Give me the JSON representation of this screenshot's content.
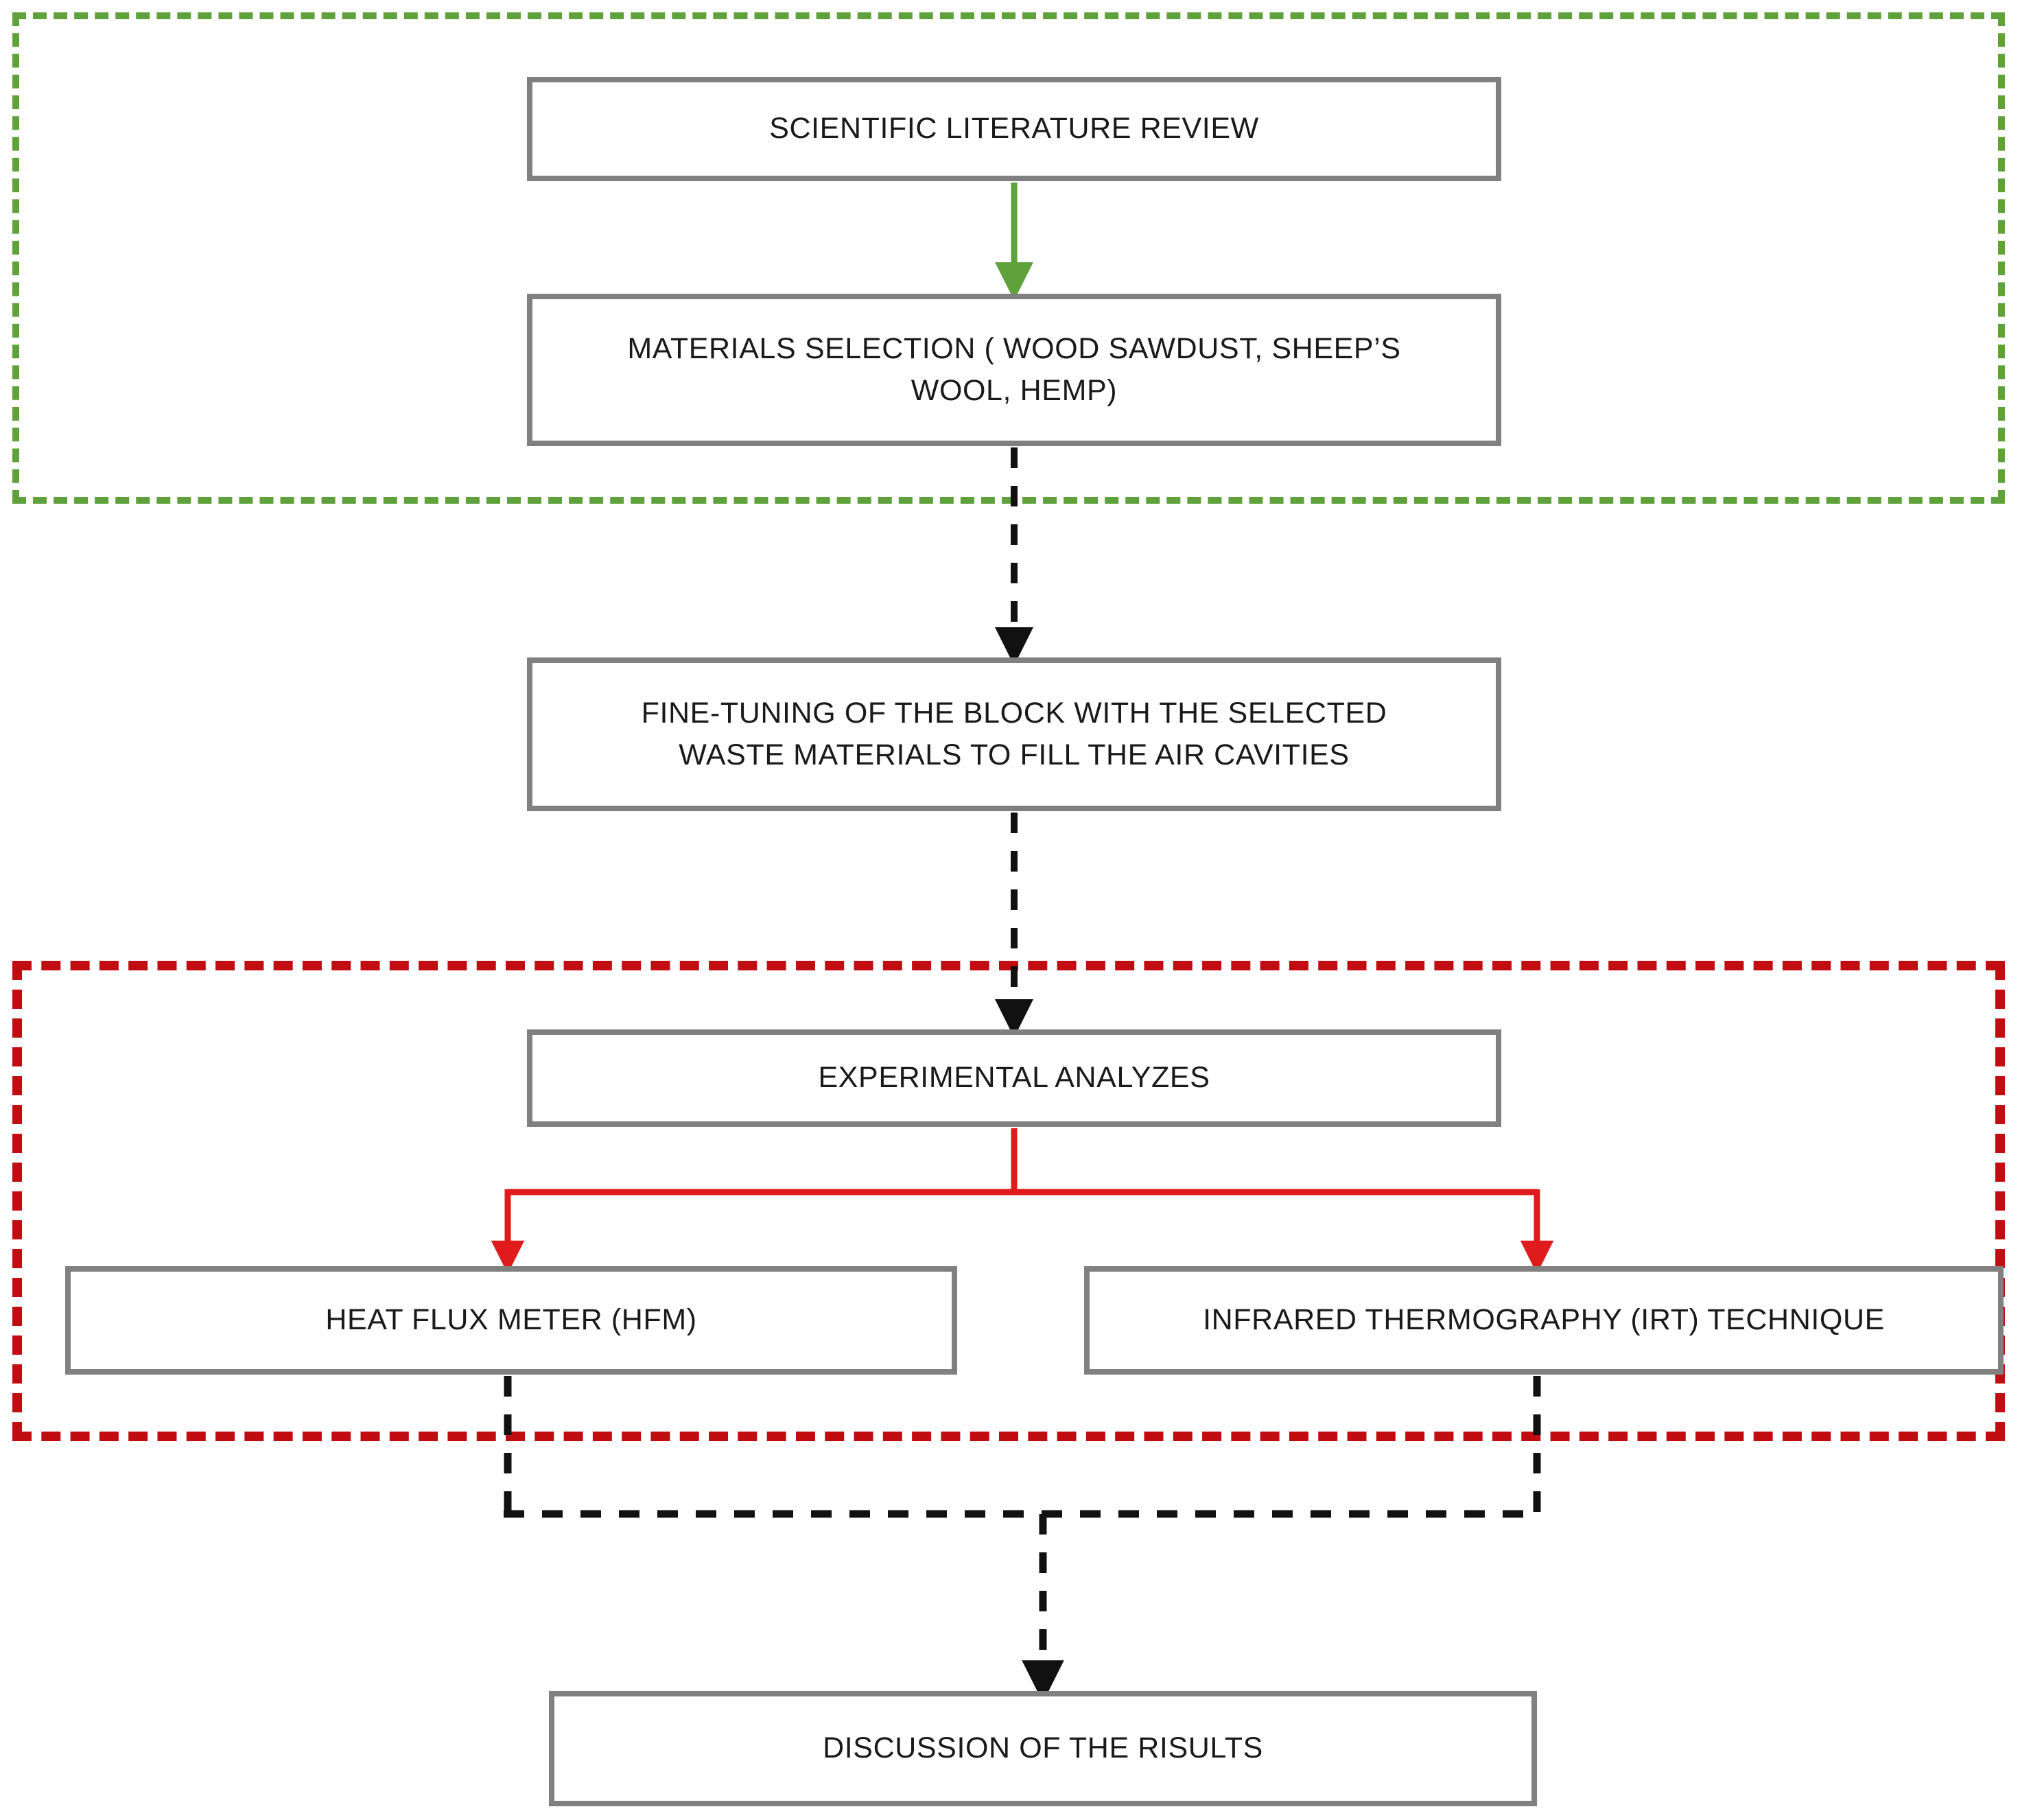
{
  "diagram": {
    "title": "Research methodology flowchart",
    "type": "flowchart",
    "background_color": "#ffffff",
    "node_border_color": "#808080",
    "node_fill_color": "#ffffff",
    "text_color": "#1a1a1a"
  },
  "groups": [
    {
      "id": "literature-and-materials-phase",
      "style": "dashed",
      "color": "#5fa13a",
      "contains": [
        "node-lit-review",
        "node-materials"
      ]
    },
    {
      "id": "experimental-analysis-phase",
      "style": "dashed",
      "color": "#c10d12",
      "contains": [
        "node-experimental",
        "node-hfm",
        "node-irt"
      ]
    }
  ],
  "nodes": {
    "lit_review": {
      "label": "SCIENTIFIC LITERATURE REVIEW"
    },
    "materials": {
      "line1": "MATERIALS SELECTION ( WOOD SAWDUST, SHEEP’S",
      "line2": "WOOL, HEMP)"
    },
    "finetuning": {
      "line1": "FINE-TUNING OF THE BLOCK WITH THE SELECTED",
      "line2": "WASTE MATERIALS TO FILL THE AIR CAVITIES"
    },
    "experimental": {
      "label": "EXPERIMENTAL ANALYZES"
    },
    "hfm": {
      "label": "HEAT FLUX METER (HFM)"
    },
    "irt": {
      "label": "INFRARED THERMOGRAPHY (IRT) TECHNIQUE"
    },
    "discussion": {
      "label": "DISCUSSION OF THE RISULTS"
    }
  },
  "connectors": [
    {
      "id": "lit-review-to-materials",
      "from": "lit_review",
      "to": "materials",
      "style": "solid",
      "color": "#5fa13a",
      "arrow": true
    },
    {
      "id": "materials-to-finetuning",
      "from": "materials",
      "to": "finetuning",
      "style": "dashed",
      "color": "#000000",
      "arrow": true
    },
    {
      "id": "finetuning-to-experimental",
      "from": "finetuning",
      "to": "experimental",
      "style": "dashed",
      "color": "#000000",
      "arrow": true
    },
    {
      "id": "experimental-to-hfm",
      "from": "experimental",
      "to": "hfm",
      "style": "solid",
      "color": "#e01b1b",
      "arrow": true
    },
    {
      "id": "experimental-to-irt",
      "from": "experimental",
      "to": "irt",
      "style": "solid",
      "color": "#e01b1b",
      "arrow": true
    },
    {
      "id": "hfm-and-irt-to-discussion",
      "from": [
        "hfm",
        "irt"
      ],
      "to": "discussion",
      "style": "dashed",
      "color": "#000000",
      "arrow": true
    }
  ]
}
